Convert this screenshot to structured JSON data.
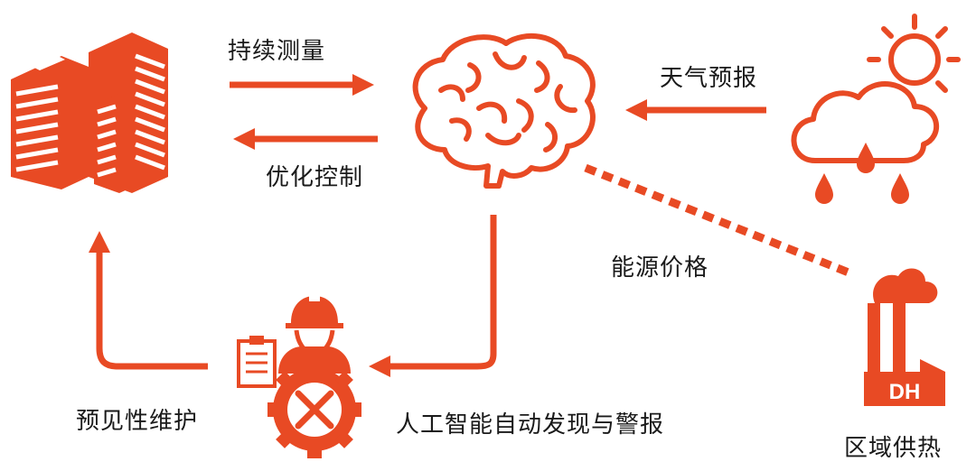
{
  "labels": {
    "continuous_measurement": "持续测量",
    "optimized_control": "优化控制",
    "weather_forecast": "天气预报",
    "energy_price": "能源价格",
    "predictive_maintenance": "预见性维护",
    "ai_detection_alarm": "人工智能自动发现与警报",
    "district_heating": "区域供热",
    "factory_badge": "DH"
  },
  "icons": {
    "buildings": "buildings-icon",
    "brain": "brain-icon",
    "weather": "weather-icon",
    "factory": "factory-icon",
    "worker": "worker-icon",
    "gear": "gear-icon"
  },
  "colors": {
    "accent": "#E84A24",
    "text": "#1a1a1a"
  }
}
